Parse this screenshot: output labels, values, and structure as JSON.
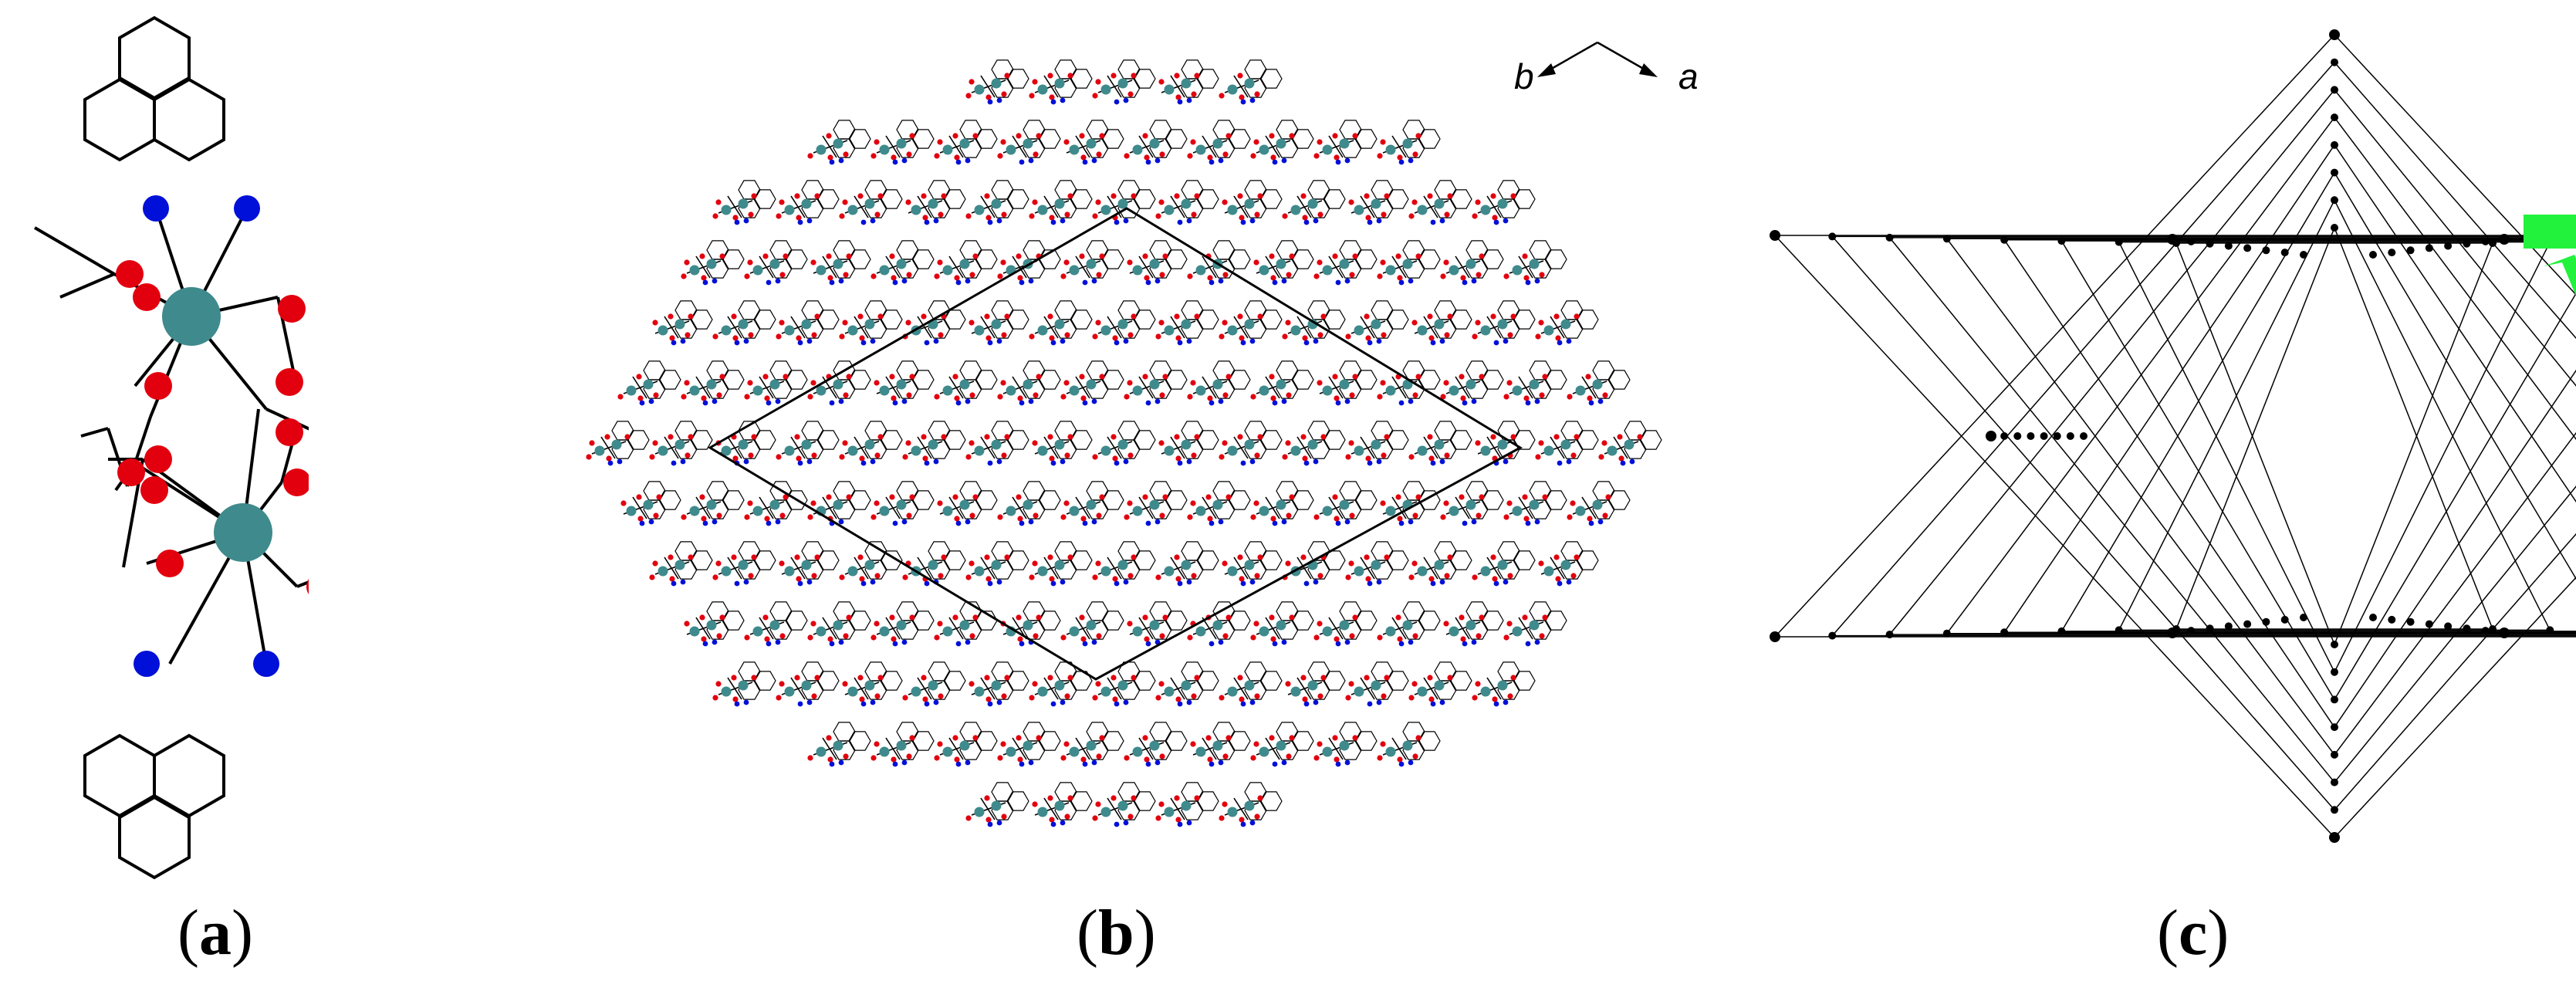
{
  "figure": {
    "panels": [
      {
        "id": "a",
        "caption_open": "(",
        "caption_letter": "a",
        "caption_close": ")"
      },
      {
        "id": "b",
        "caption_open": "(",
        "caption_letter": "b",
        "caption_close": ")"
      },
      {
        "id": "c",
        "caption_open": "(",
        "caption_letter": "c",
        "caption_close": ")"
      }
    ],
    "axes": {
      "b_label": "b",
      "a_label": "a"
    },
    "colors": {
      "metal": "#3f8a8c",
      "oxygen": "#e2000e",
      "nitrogen": "#0010d8",
      "bond": "#000000",
      "highlight_arrow": "#22f23c"
    }
  }
}
